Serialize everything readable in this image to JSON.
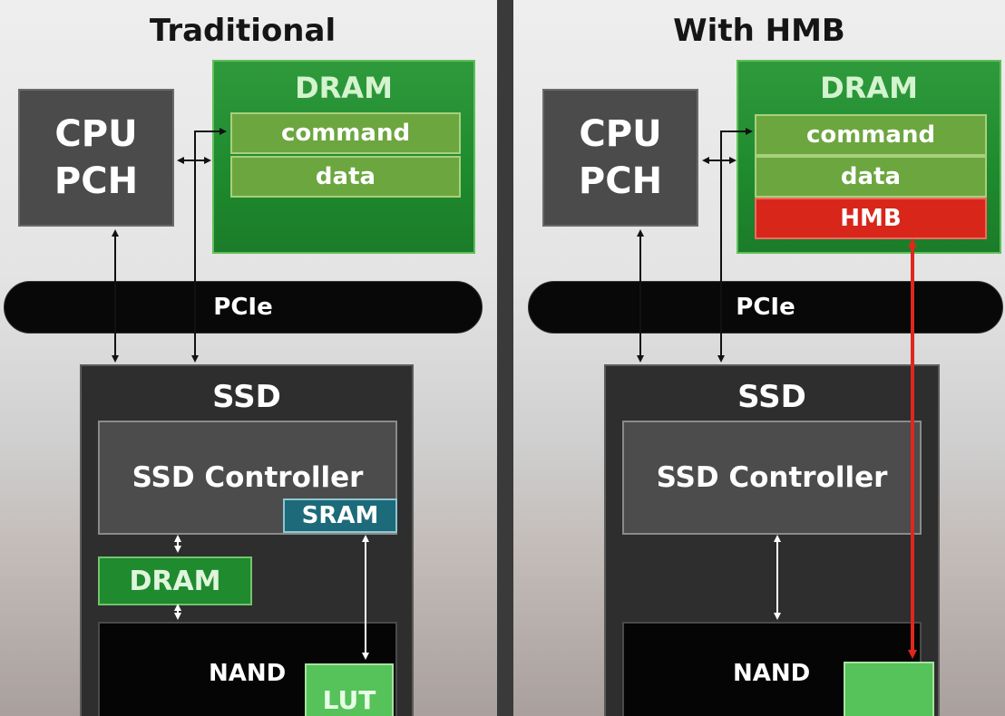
{
  "left": {
    "title": "Traditional",
    "cpu": {
      "line1": "CPU",
      "line2": "PCH"
    },
    "dram": {
      "title": "DRAM",
      "command": "command",
      "data": "data"
    },
    "pcie": "PCIe",
    "ssd": {
      "title": "SSD",
      "controller": "SSD Controller",
      "sram": "SRAM",
      "dram": "DRAM",
      "nand": "NAND",
      "lut": "LUT"
    }
  },
  "right": {
    "title": "With HMB",
    "cpu": {
      "line1": "CPU",
      "line2": "PCH"
    },
    "dram": {
      "title": "DRAM",
      "command": "command",
      "data": "data",
      "hmb": "HMB"
    },
    "pcie": "PCIe",
    "ssd": {
      "title": "SSD",
      "controller": "SSD Controller",
      "nand": "NAND",
      "lut": ""
    }
  },
  "colors": {
    "host_dram_green": "#1e8a2e",
    "slot_green": "#6ca63f",
    "hmb_red": "#d8261b",
    "sram_teal": "#1c6a7a",
    "lut_green": "#55c25a",
    "hmb_link_red": "#e0271c"
  }
}
